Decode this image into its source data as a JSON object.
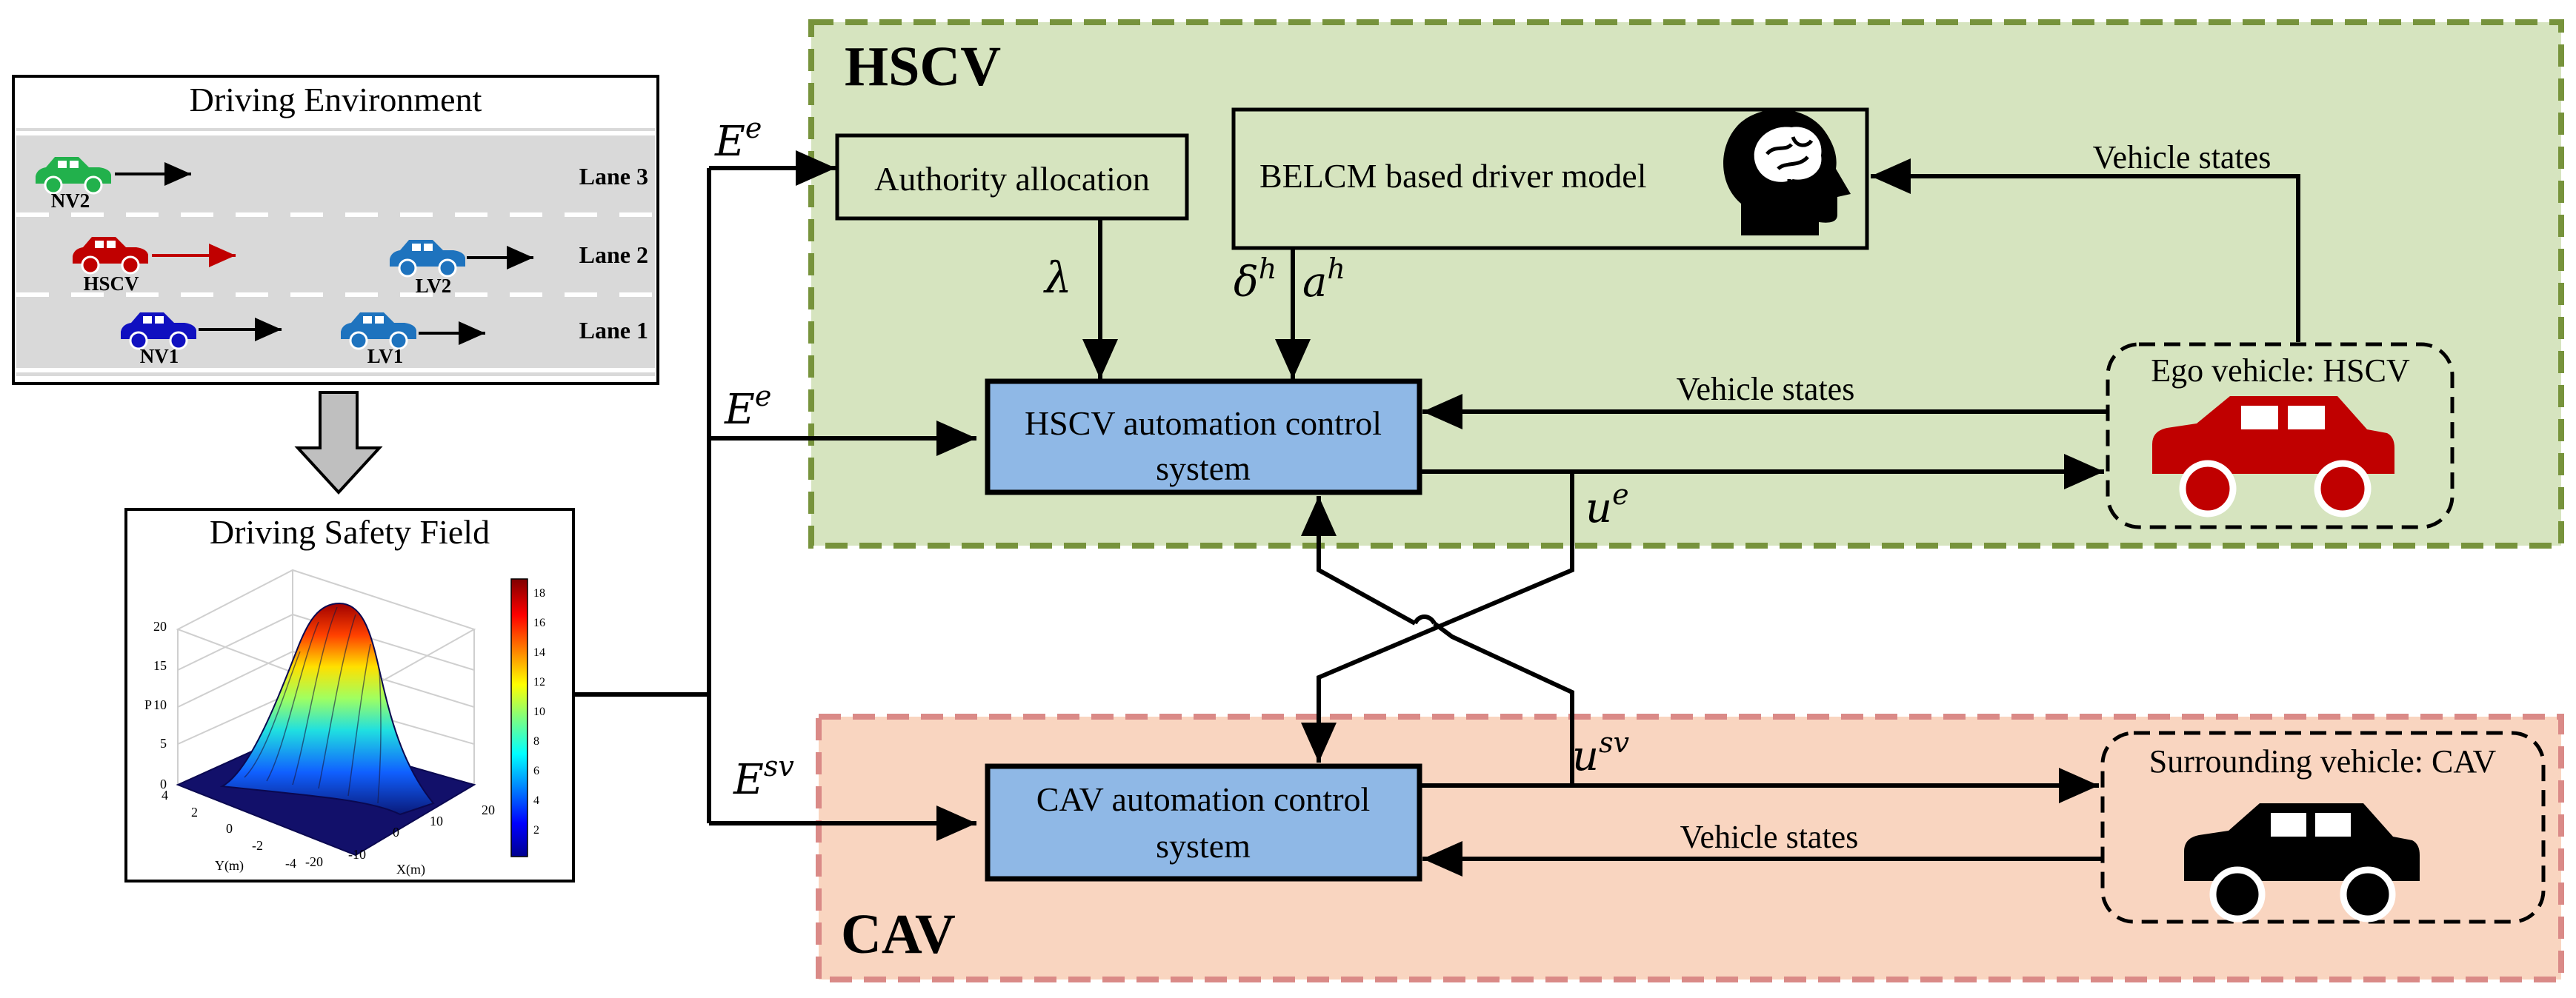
{
  "colors": {
    "hscv_fill": "#d6e4bf",
    "hscv_border": "#77933c",
    "cav_fill": "#f9d5c0",
    "cav_border": "#da8a87",
    "control_box_fill": "#8fb8e6",
    "road": "#d9d9d9",
    "ego_car": "#c00000",
    "surrounding_car": "#000000",
    "nv2_car": "#22b14c",
    "hscv_car": "#c00000",
    "lv_car": "#1e73be",
    "nv1_car": "#1010c0"
  },
  "regions": {
    "hscv_label": "HSCV",
    "cav_label": "CAV"
  },
  "driving_environment": {
    "title": "Driving Environment",
    "lanes": [
      "Lane 3",
      "Lane 2",
      "Lane 1"
    ],
    "vehicles": [
      {
        "label": "NV2",
        "lane": "Lane 3",
        "icon": "car-icon"
      },
      {
        "label": "HSCV",
        "lane": "Lane 2",
        "icon": "car-icon"
      },
      {
        "label": "LV2",
        "lane": "Lane 2",
        "icon": "car-icon"
      },
      {
        "label": "NV1",
        "lane": "Lane 1",
        "icon": "car-icon"
      },
      {
        "label": "LV1",
        "lane": "Lane 1",
        "icon": "car-icon"
      }
    ]
  },
  "driving_safety_field": {
    "title": "Driving Safety Field",
    "z_axis_label": "P",
    "x_axis_label": "X(m)",
    "y_axis_label": "Y(m)",
    "z_ticks": [
      "0",
      "5",
      "10",
      "15",
      "20"
    ],
    "x_ticks": [
      "-20",
      "-10",
      "0",
      "10",
      "20"
    ],
    "y_ticks": [
      "-4",
      "-2",
      "0",
      "2",
      "4"
    ],
    "colorbar_ticks": [
      "2",
      "4",
      "6",
      "8",
      "10",
      "12",
      "14",
      "16",
      "18"
    ]
  },
  "blocks": {
    "authority_allocation": "Authority allocation",
    "driver_model": "BELCM based driver model",
    "hscv_control_line1": "HSCV automation control",
    "hscv_control_line2": "system",
    "cav_control_line1": "CAV automation control",
    "cav_control_line2": "system",
    "ego_vehicle": "Ego vehicle: HSCV",
    "surrounding_vehicle": "Surrounding vehicle: CAV"
  },
  "signals": {
    "ee_top": {
      "base": "E",
      "sup": "e"
    },
    "ee_mid": {
      "base": "E",
      "sup": "e"
    },
    "esv": {
      "base": "E",
      "sup": "sv"
    },
    "lambda": "λ",
    "delta_h": {
      "base": "δ",
      "sup": "h"
    },
    "a_h": {
      "base": "a",
      "sup": "h"
    },
    "u_e": {
      "base": "u",
      "sup": "e"
    },
    "u_sv": {
      "base": "u",
      "sup": "sv"
    },
    "vehicle_states_top": "Vehicle states",
    "vehicle_states_mid": "Vehicle states",
    "vehicle_states_bottom": "Vehicle states"
  }
}
